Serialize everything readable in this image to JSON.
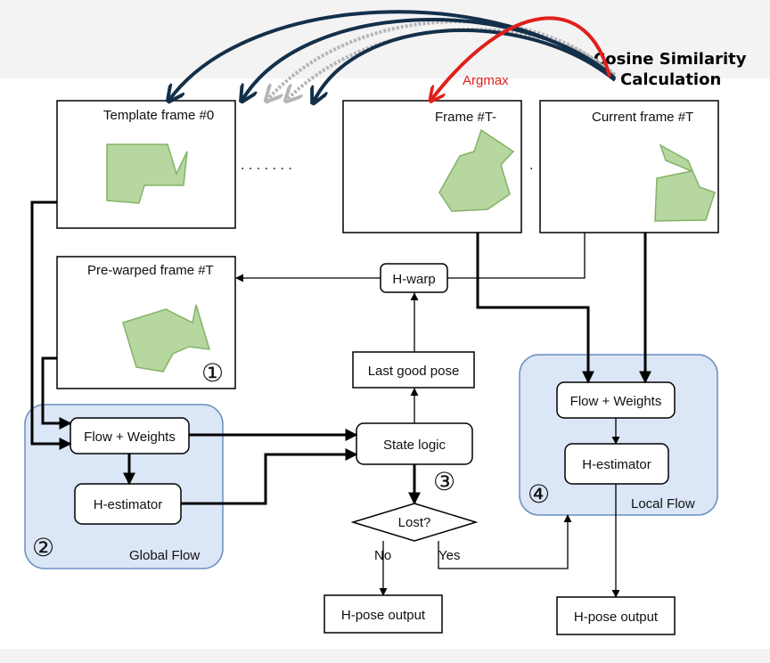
{
  "header": {
    "line1": "Cosine Similarity",
    "line2": "Calculation",
    "argmax": "Argmax"
  },
  "frames": {
    "template": "Template frame #0",
    "previous": "Frame #T-",
    "current": "Current frame #T",
    "prewarped": "Pre-warped frame #T",
    "ellipsis_left": ". . . . . . .",
    "ellipsis_right": "."
  },
  "global_flow": {
    "title": "Global Flow",
    "badge": "②",
    "flow_weights": "Flow + Weights",
    "h_estimator": "H-estimator"
  },
  "local_flow": {
    "title": "Local Flow",
    "badge": "④",
    "flow_weights": "Flow + Weights",
    "h_estimator": "H-estimator"
  },
  "center": {
    "h_warp": "H-warp",
    "last_good_pose": "Last good pose",
    "state_logic": "State logic",
    "state_badge": "③",
    "lost": "Lost?",
    "no": "No",
    "yes": "Yes"
  },
  "outputs": {
    "left": "H-pose output",
    "right": "H-pose output"
  },
  "prewarp_badge": "①",
  "colors": {
    "arc_dark": "#13304a",
    "arc_red": "#e0201b",
    "arc_gray": "#b5b5b5",
    "group_fill": "#dbe6f6",
    "group_stroke": "#6c8ebf",
    "shape_fill": "#b6d7a0",
    "shape_stroke": "#82b366"
  }
}
